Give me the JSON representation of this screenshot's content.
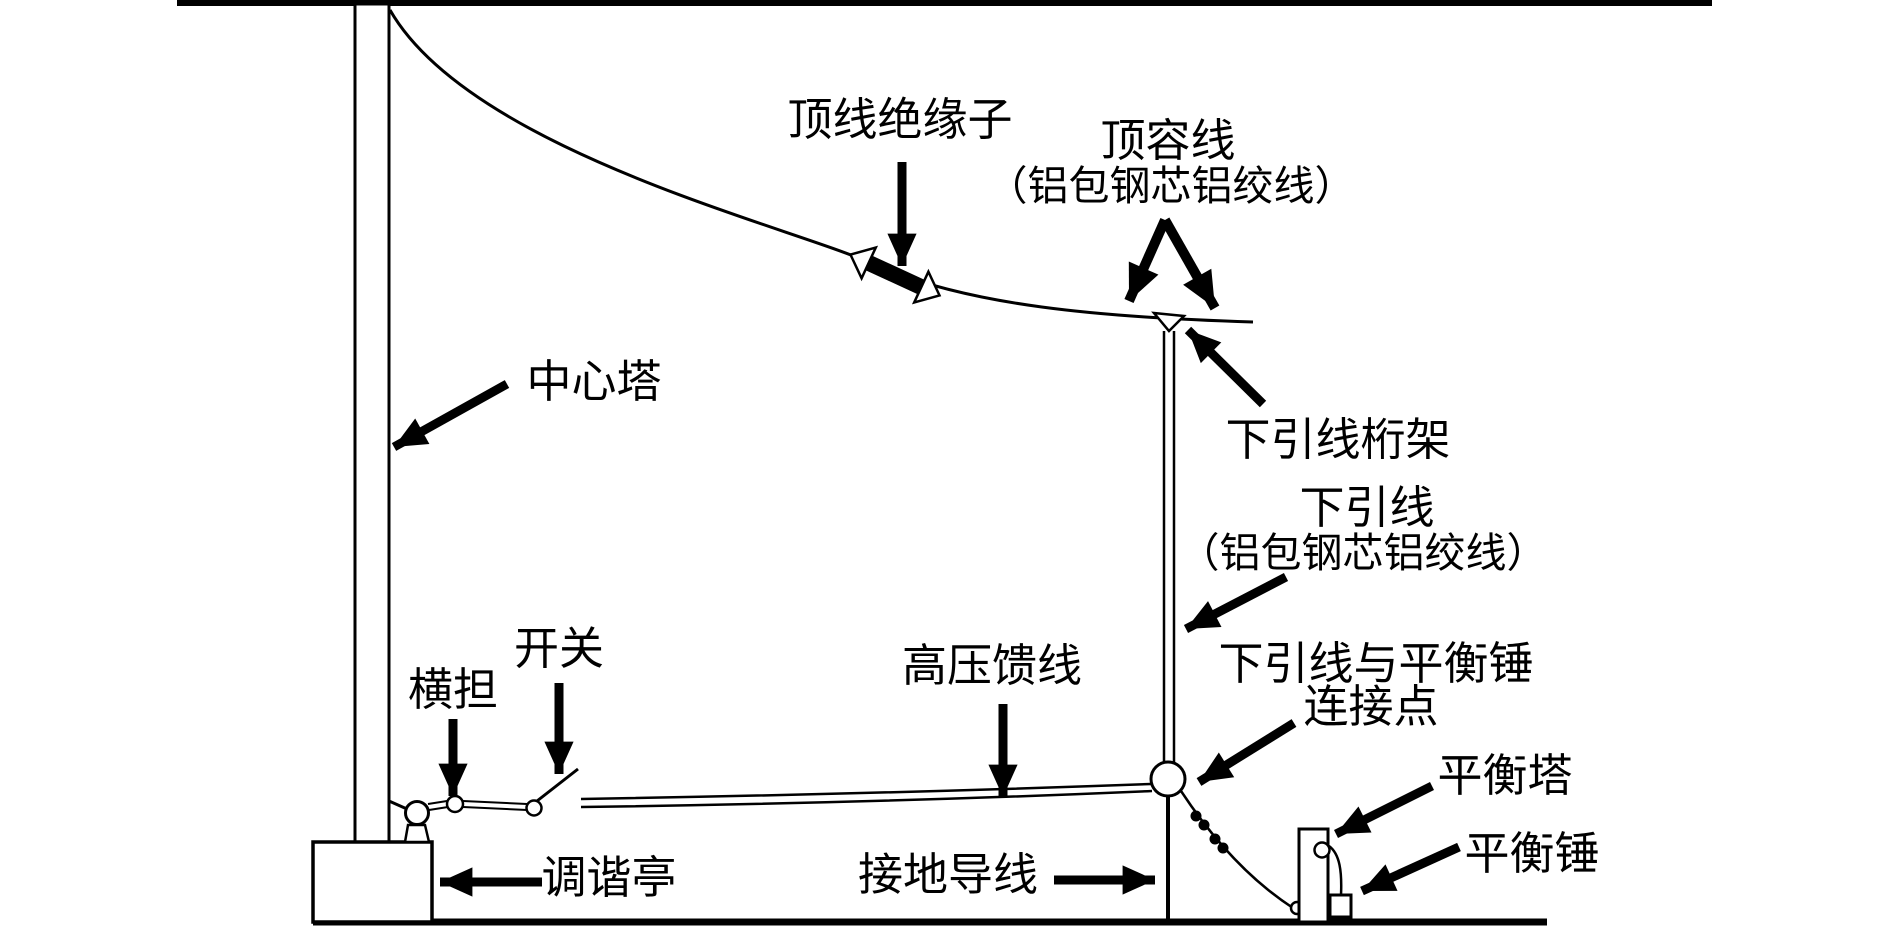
{
  "diagram": {
    "background": "#ffffff",
    "ink": "#000000",
    "labels": {
      "top_line_insulator": "顶线绝缘子",
      "top_capacity_line": "顶容线",
      "top_capacity_line_sub": "（铝包钢芯铝绞线）",
      "center_tower": "中心塔",
      "downlead_truss": "下引线桁架",
      "downlead": "下引线",
      "downlead_sub": "（铝包钢芯铝绞线）",
      "downlead_weight_connection_line1": "下引线与平衡锤",
      "downlead_weight_connection_line2": "连接点",
      "balance_tower": "平衡塔",
      "balance_weight": "平衡锤",
      "cross_arm": "横担",
      "switch": "开关",
      "hv_feeder": "高压馈线",
      "ground_wire": "接地导线",
      "tuning_house": "调谐亭"
    }
  }
}
